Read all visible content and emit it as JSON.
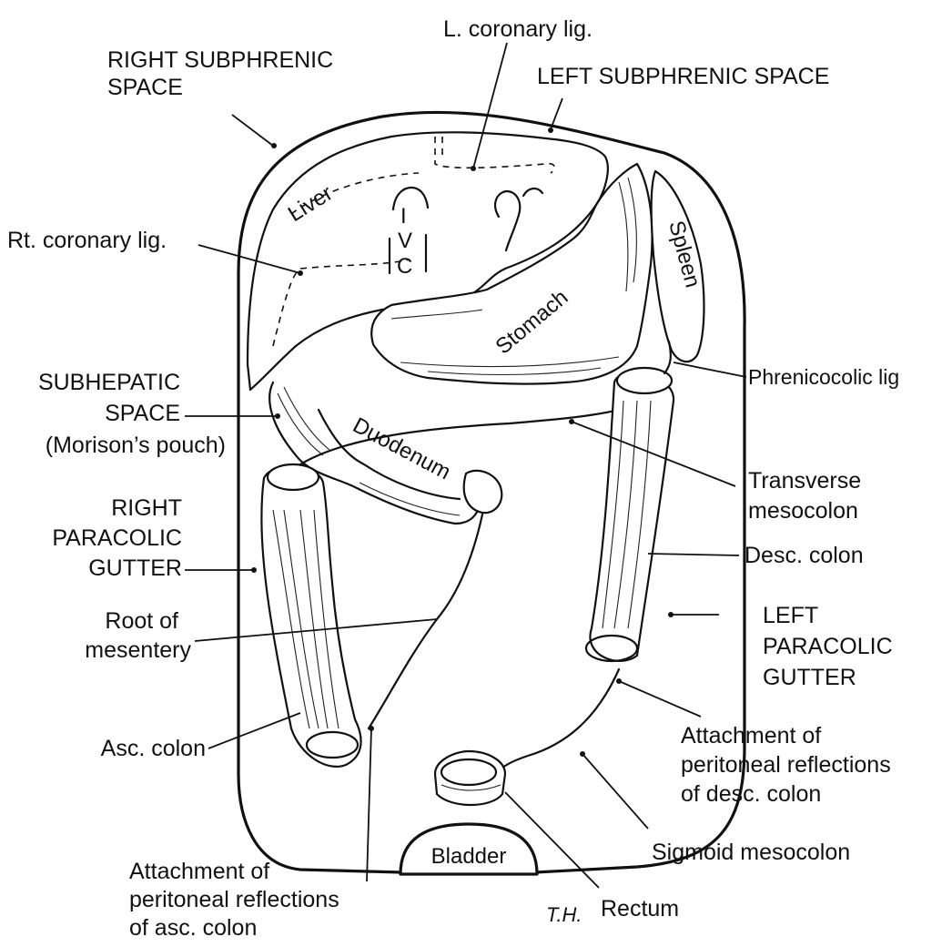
{
  "labels": {
    "right_subphrenic": [
      "RIGHT SUBPHRENIC",
      "SPACE"
    ],
    "left_subphrenic": "LEFT SUBPHRENIC SPACE",
    "l_coronary": "L. coronary lig.",
    "rt_coronary": "Rt. coronary lig.",
    "subhepatic": [
      "SUBHEPATIC",
      "SPACE",
      "(Morison’s pouch)"
    ],
    "right_paracolic": [
      "RIGHT",
      "PARACOLIC",
      "GUTTER"
    ],
    "root_mesentery": [
      "Root of",
      "mesentery"
    ],
    "asc_colon": "Asc. colon",
    "attach_asc": [
      "Attachment of",
      "peritoneal reflections",
      "of asc. colon"
    ],
    "phrenicocolic": "Phrenicocolic lig",
    "transverse_mesocolon": [
      "Transverse",
      "mesocolon"
    ],
    "desc_colon": "Desc. colon",
    "left_paracolic": [
      "LEFT",
      "PARACOLIC",
      "GUTTER"
    ],
    "attach_desc": [
      "Attachment of",
      "peritoneal reflections",
      "of desc. colon"
    ],
    "sigmoid_mesocolon": "Sigmoid mesocolon",
    "rectum": "Rectum"
  },
  "organs": {
    "liver": "Liver",
    "ivc": [
      "I",
      "V",
      "C"
    ],
    "stomach": "Stomach",
    "spleen": "Spleen",
    "duodenum": "Duodenum",
    "bladder": "Bladder"
  },
  "signature": "T.H."
}
